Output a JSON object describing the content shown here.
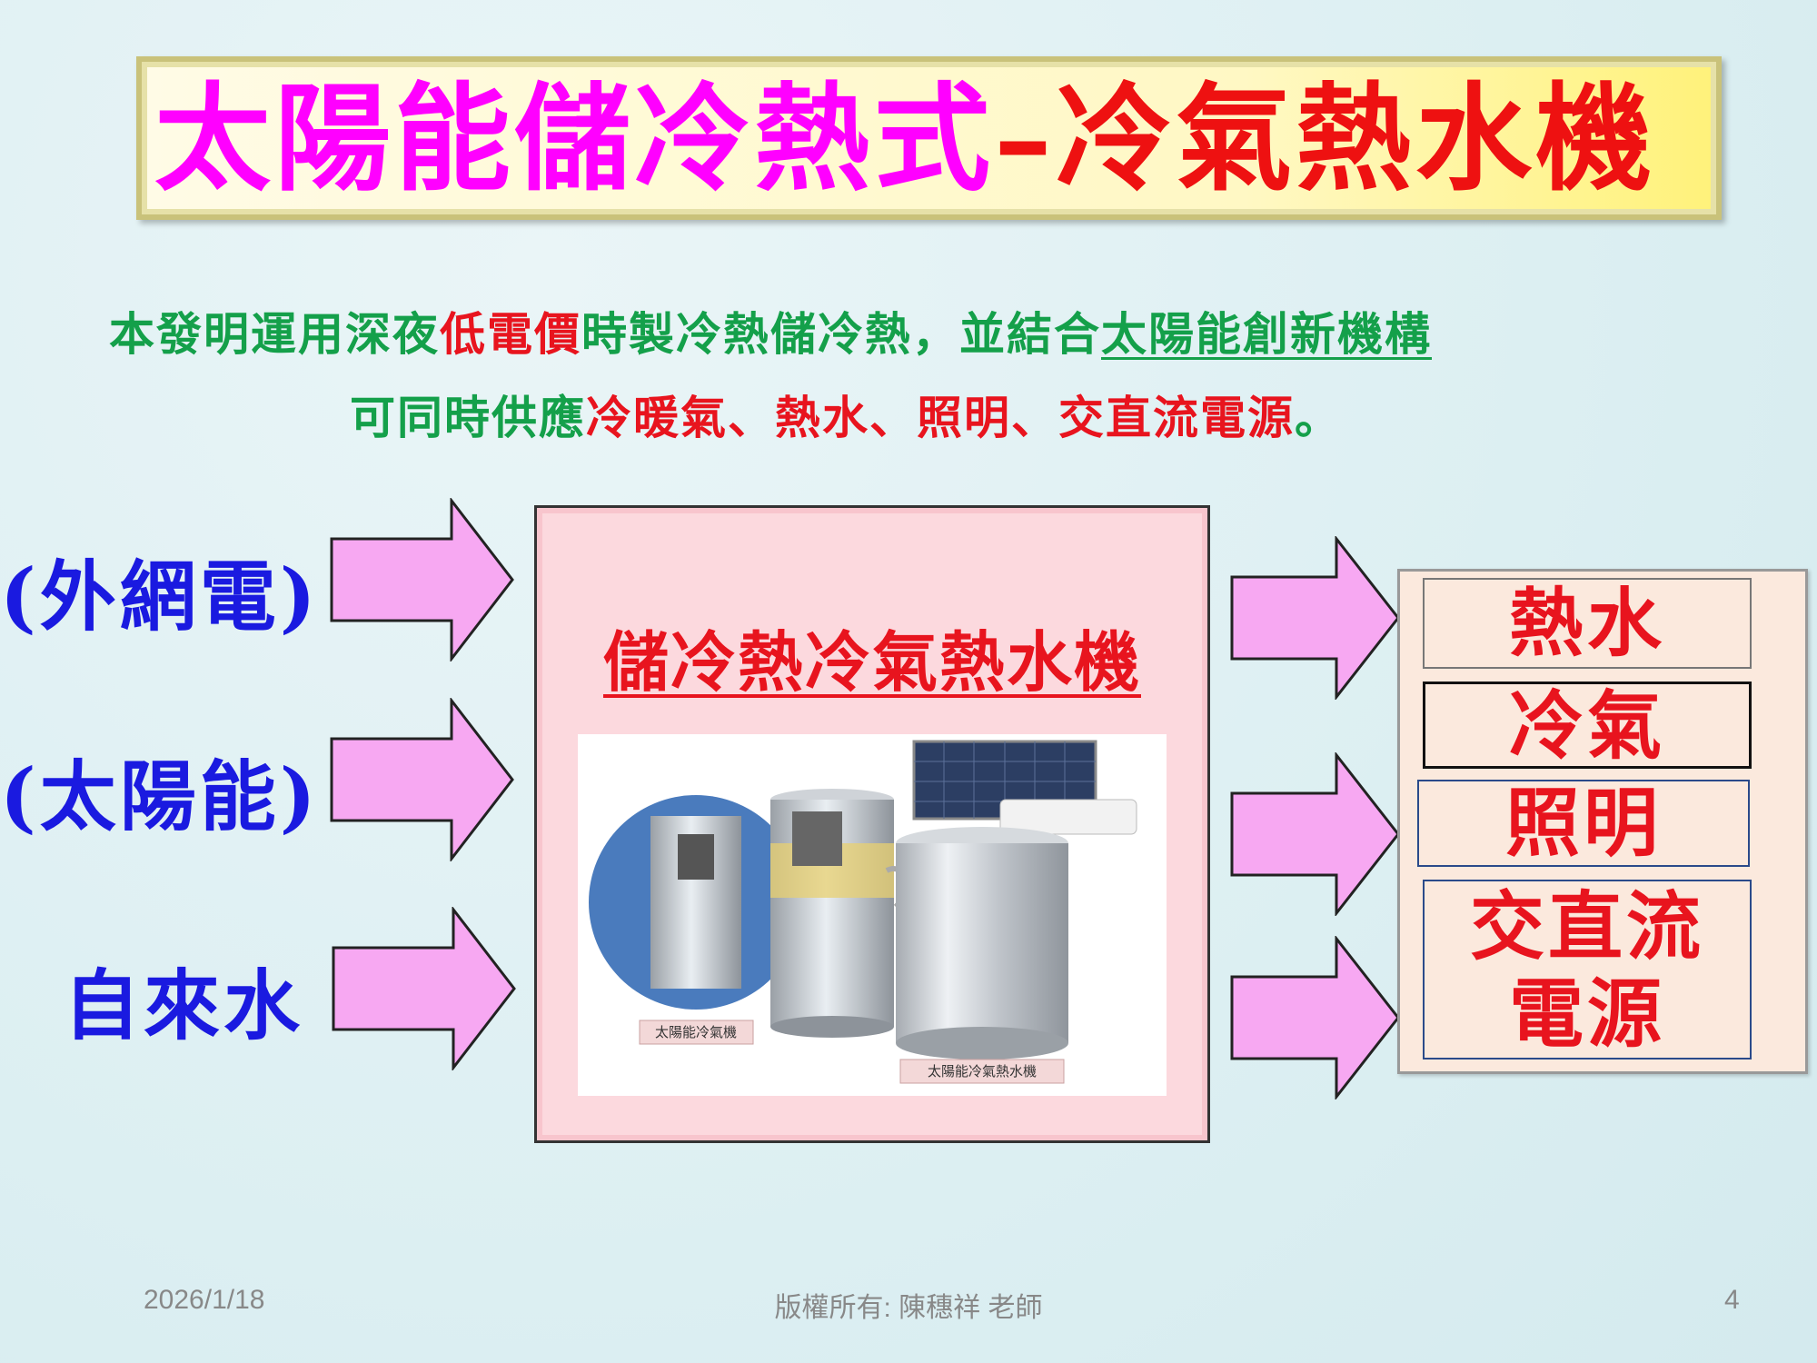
{
  "title": {
    "part1": "太陽能儲冷熱式",
    "part2": "–冷氣熱水機",
    "colors": {
      "part1": "#ff00ff",
      "part2": "#ee1111"
    }
  },
  "intro": {
    "line1": [
      {
        "text": "本發明運用深夜",
        "style": "green"
      },
      {
        "text": "低電價",
        "style": "red"
      },
      {
        "text": "時製冷熱儲冷熱，並結合",
        "style": "green"
      },
      {
        "text": "太陽能創新機構",
        "style": "green-underline"
      }
    ],
    "line2": [
      {
        "text": "可同時供應",
        "style": "green"
      },
      {
        "text": "冷暖氣、熱水、照明、交直流電源",
        "style": "red"
      },
      {
        "text": "。",
        "style": "green"
      }
    ]
  },
  "inputs": [
    {
      "label": "(外網電)",
      "icon": "arrow-right-icon"
    },
    {
      "label": "(太陽能)",
      "icon": "arrow-right-icon"
    },
    {
      "label": "自來水",
      "icon": "arrow-right-icon"
    }
  ],
  "center": {
    "title": "儲冷熱冷氣熱水機",
    "photo_captions": {
      "left": "太陽能冷氣機",
      "right": "太陽能冷氣熱水機"
    }
  },
  "outputs": [
    "熱水",
    "冷氣",
    "照明",
    "交直流電源"
  ],
  "footer": {
    "date": "2026/1/18",
    "copyright": "版權所有: 陳穗祥 老師",
    "page": "4"
  },
  "colors": {
    "arrow_fill": "#f7a8f2",
    "arrow_stroke": "#222222",
    "input_text": "#1a1ae0",
    "output_text": "#e8141e"
  }
}
